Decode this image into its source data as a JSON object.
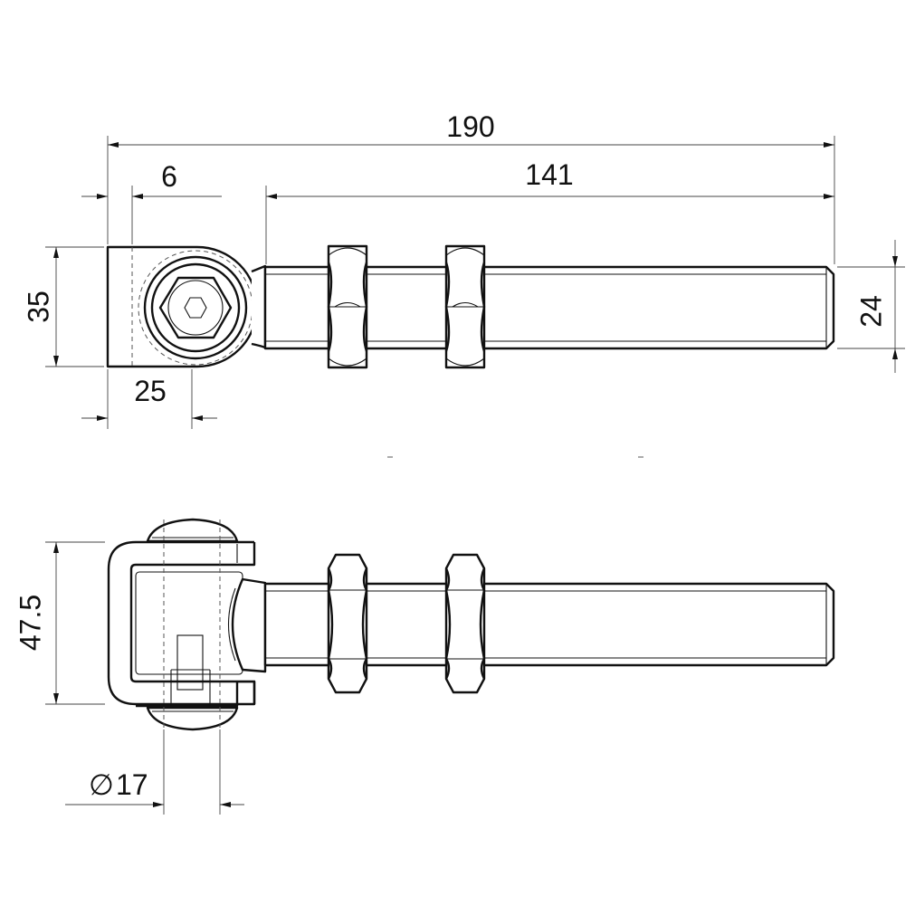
{
  "dimensions": {
    "overall_length": "190",
    "thread_length": "141",
    "eye_offset": "6",
    "eye_height": "35",
    "eye_width": "25",
    "thread_diameter": "24",
    "bracket_height": "47.5",
    "pin_diameter": "17"
  },
  "symbols": {
    "diameter": "∅"
  }
}
